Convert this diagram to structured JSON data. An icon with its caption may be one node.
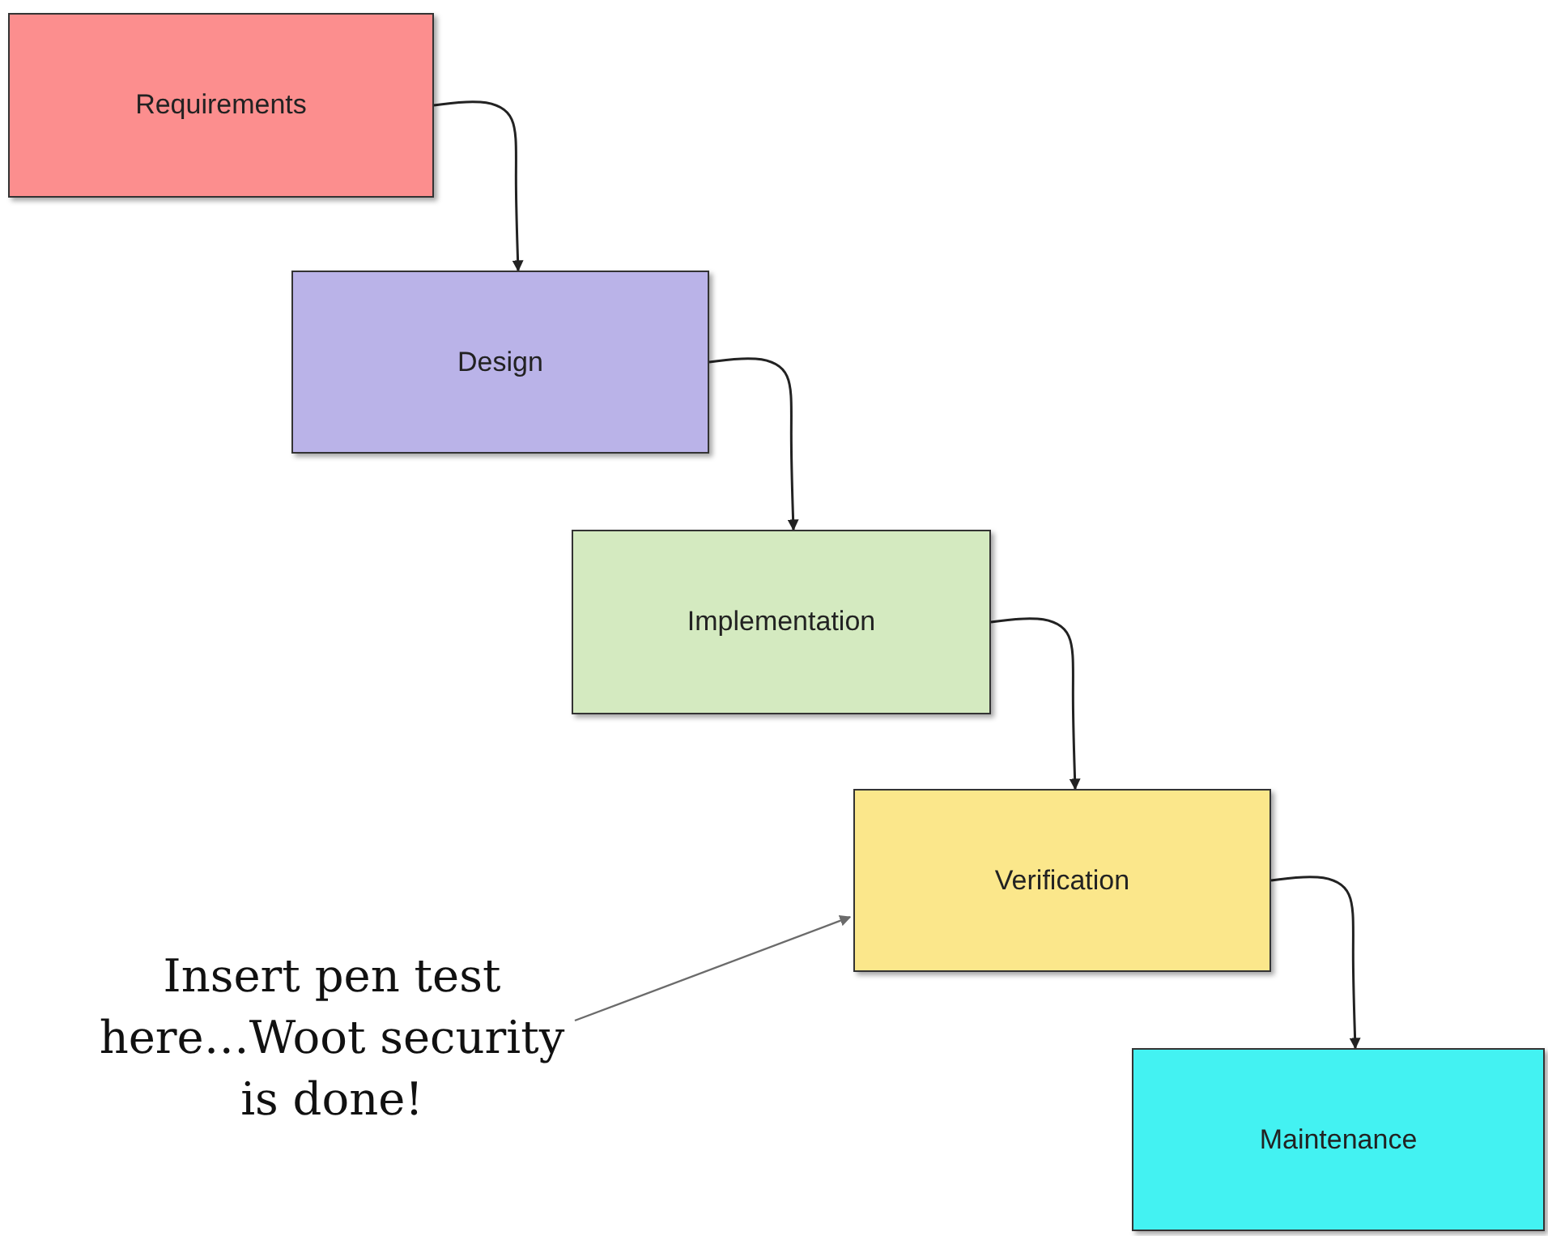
{
  "diagram": {
    "nodes": [
      {
        "text": [
          "Requirements"
        ]
      },
      {
        "text": [
          "Design"
        ]
      },
      {
        "text": [
          "Implementation"
        ]
      },
      {
        "text": [
          "Verification"
        ]
      },
      {
        "text": [
          "Maintenance"
        ]
      },
      {
        "text": [
          "Insert pen test here…Woot security is done!"
        ]
      }
    ],
    "edges": [
      {
        "from": 0,
        "to": 1,
        "arrow": "to"
      },
      {
        "from": 1,
        "to": 2,
        "arrow": "to"
      },
      {
        "from": 2,
        "to": 3,
        "arrow": "to"
      },
      {
        "from": 3,
        "to": 4,
        "arrow": "to"
      },
      {
        "from": 5,
        "to": 3,
        "arrow": "to",
        "color": "#6b6b6b"
      }
    ]
  }
}
